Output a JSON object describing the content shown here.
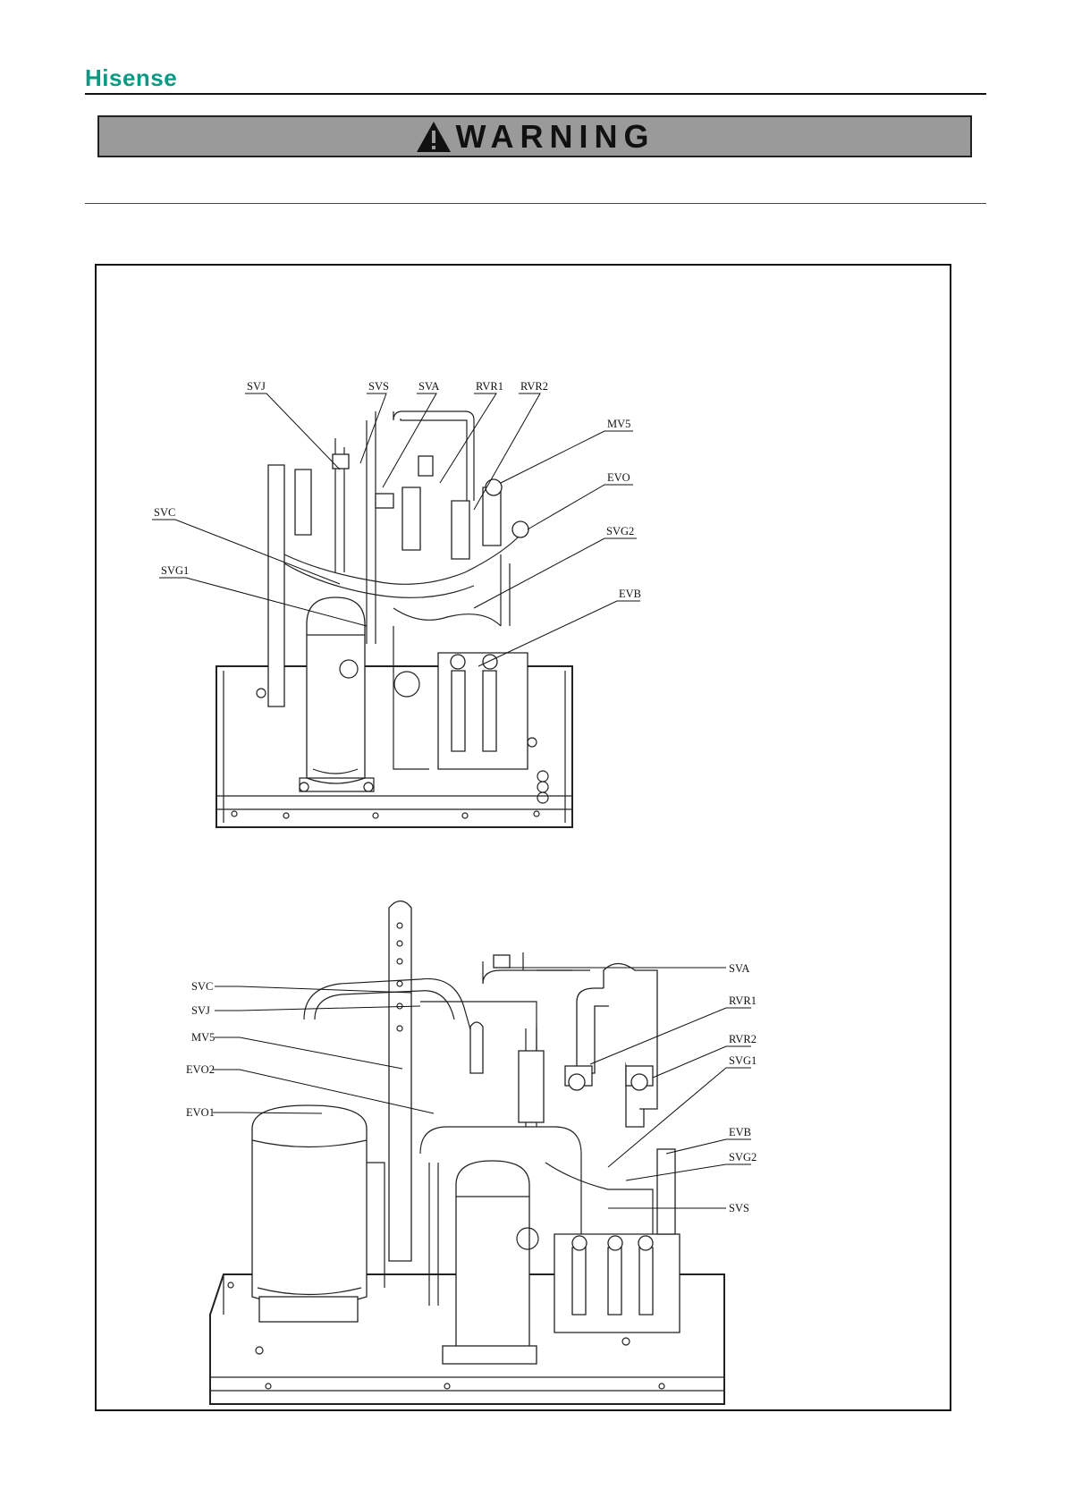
{
  "header": {
    "brand": "Hisense",
    "brand_color": "#0a9a84",
    "warning_icon": "warning-triangle-icon",
    "warning_label": "WARNING"
  },
  "figure_top": {
    "labels": {
      "svj": "SVJ",
      "svs": "SVS",
      "sva": "SVA",
      "rvr1": "RVR1",
      "rvr2": "RVR2",
      "mv5": "MV5",
      "evo": "EVO",
      "svc": "SVC",
      "svg2": "SVG2",
      "svg1": "SVG1",
      "evb": "EVB"
    }
  },
  "figure_bottom": {
    "labels": {
      "sva": "SVA",
      "svc": "SVC",
      "svj": "SVJ",
      "rvr1": "RVR1",
      "mv5": "MV5",
      "rvr2": "RVR2",
      "evo2": "EVO2",
      "svg1": "SVG1",
      "evo1": "EVO1",
      "evb": "EVB",
      "svg2": "SVG2",
      "svs": "SVS"
    }
  }
}
